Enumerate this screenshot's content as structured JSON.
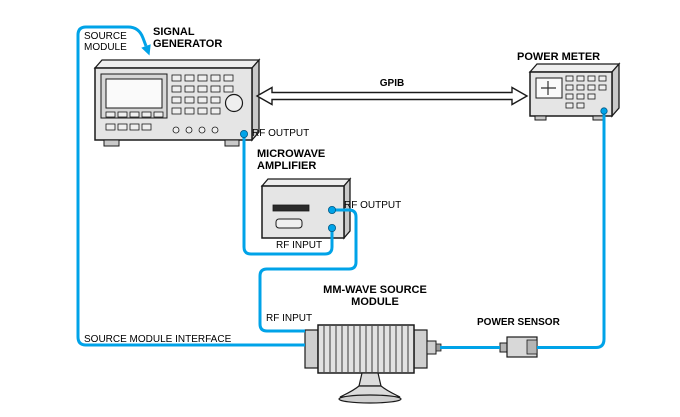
{
  "colors": {
    "cable": "#00A3E8",
    "outline": "#1a1a1a",
    "panel_fill": "#e5e5e5",
    "screen_fill": "#fafafa"
  },
  "labels": {
    "source_module": "SOURCE MODULE",
    "signal_generator": "SIGNAL GENERATOR",
    "power_meter": "POWER METER",
    "gpib": "GPIB",
    "sig_gen_rf_output": "RF OUTPUT",
    "microwave_amplifier": "MICROWAVE AMPLIFIER",
    "amp_rf_output": "RF OUTPUT",
    "amp_rf_input": "RF INPUT",
    "mmwave_source_module": "MM-WAVE SOURCE MODULE",
    "mmwave_rf_input": "RF INPUT",
    "source_module_interface": "SOURCE MODULE INTERFACE",
    "power_sensor": "POWER SENSOR"
  }
}
